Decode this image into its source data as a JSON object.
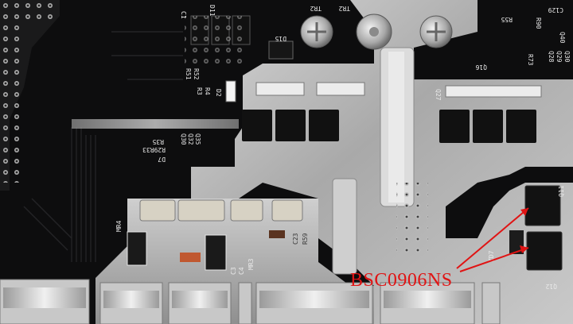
{
  "annotation": {
    "part_number": "BSC0906NS",
    "color": "#e01414"
  },
  "silkscreen": {
    "c_top_left": "C1",
    "d11": "D11",
    "tr2_a": "TR2",
    "tr2_b": "TR2",
    "d15": "D15",
    "r51": "R51",
    "r52": "R52",
    "d2": "D2",
    "r3": "R3",
    "r4": "R4",
    "r35": "R35",
    "q30": "Q30",
    "q32": "Q32",
    "q35": "Q35",
    "d7": "D7",
    "r29r33": "R29R33",
    "q16": "Q16",
    "q27": "Q27",
    "r55": "R55",
    "r73": "R73",
    "q28": "Q28",
    "q29": "Q29",
    "q30b": "Q30",
    "r90": "R90",
    "c129": "C129",
    "q40": "Q40",
    "q11": "Q11",
    "q12": "Q12",
    "zd7": "ZD7",
    "mr4": "MR4",
    "mr3": "MR3",
    "c3": "C3",
    "c4": "C4",
    "c23": "C23",
    "r59": "R59"
  }
}
